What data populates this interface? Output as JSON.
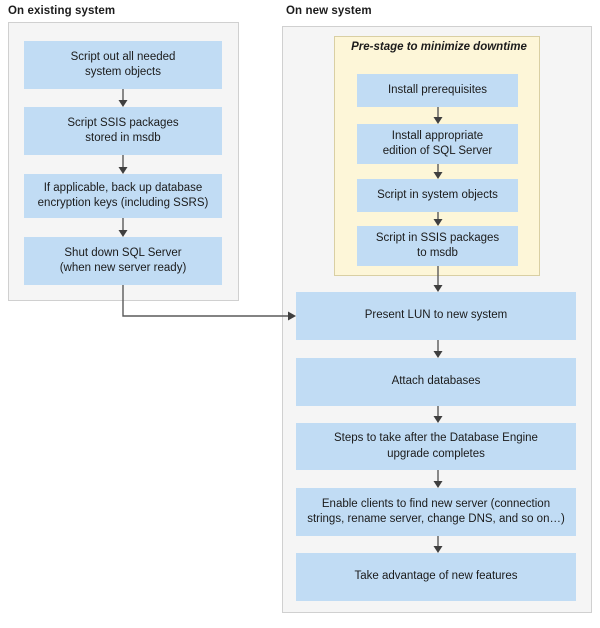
{
  "headings": {
    "left": "On existing system",
    "right": "On new system"
  },
  "colors": {
    "node_fill": "#c1dcf4",
    "panel_fill": "#f5f5f5",
    "panel_border": "#d0d0d0",
    "group_fill": "#fdf6d8",
    "group_border": "#d9cfa3",
    "connector": "#3f3f3f",
    "text": "#1b1b1b"
  },
  "existing_system": {
    "nodes": [
      {
        "id": "script-objects",
        "line1": "Script out all needed",
        "line2": "system objects"
      },
      {
        "id": "script-ssis",
        "line1": "Script SSIS packages",
        "line2": "stored in msdb"
      },
      {
        "id": "backup-keys",
        "line1": "If applicable, back up database",
        "line2": "encryption keys (including SSRS)"
      },
      {
        "id": "shutdown",
        "line1": "Shut down SQL Server",
        "line2": "(when new server ready)"
      }
    ]
  },
  "new_system": {
    "prestage": {
      "title": "Pre-stage to minimize downtime",
      "nodes": [
        {
          "id": "install-prereq",
          "line1": "Install prerequisites",
          "line2": ""
        },
        {
          "id": "install-edition",
          "line1": "Install appropriate",
          "line2": "edition of SQL Server"
        },
        {
          "id": "script-sysobj",
          "line1": "Script in system objects",
          "line2": ""
        },
        {
          "id": "script-ssis-msdb",
          "line1": "Script in SSIS packages",
          "line2": "to msdb"
        }
      ]
    },
    "nodes": [
      {
        "id": "present-lun",
        "line1": "Present LUN to new system",
        "line2": ""
      },
      {
        "id": "attach-db",
        "line1": "Attach databases",
        "line2": ""
      },
      {
        "id": "post-upgrade",
        "line1": "Steps to take after the Database Engine",
        "line2": "upgrade completes"
      },
      {
        "id": "enable-clients",
        "line1": "Enable clients to find new server (connection",
        "line2": "strings, rename server, change DNS, and so on…)"
      },
      {
        "id": "new-features",
        "line1": "Take advantage of new features",
        "line2": ""
      }
    ]
  }
}
